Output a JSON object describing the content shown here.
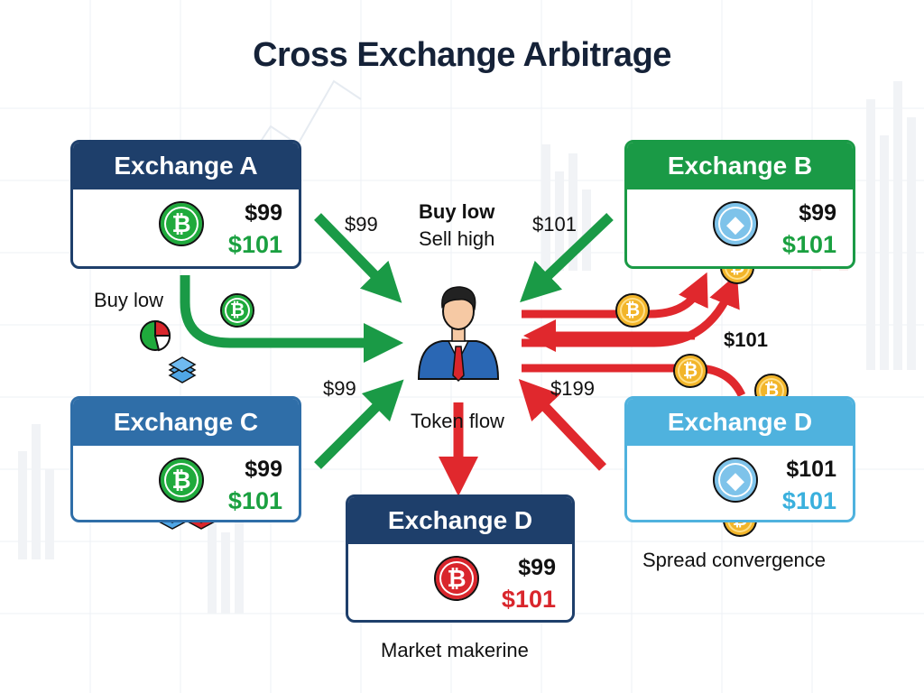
{
  "title": "Cross Exchange Arbitrage",
  "exchanges": {
    "a": {
      "name": "Exchange A",
      "price1": "$99",
      "price2": "$101",
      "coin": "btc-green"
    },
    "b": {
      "name": "Exchange B",
      "price1": "$99",
      "price2": "$101",
      "coin": "eth-blue"
    },
    "c": {
      "name": "Exchange C",
      "price1": "$99",
      "price2": "$101",
      "coin": "btc-green"
    },
    "d_right": {
      "name": "Exchange D",
      "price1": "$101",
      "price2": "$101",
      "coin": "eth-blue"
    },
    "d_bottom": {
      "name": "Exchange D",
      "price1": "$99",
      "price2": "$101",
      "coin": "btc-red"
    }
  },
  "labels": {
    "a_to_trader_price": "$99",
    "b_to_trader_price": "$101",
    "c_to_trader_price": "$99",
    "to_d_price": "$199",
    "middle_price": "$101",
    "buy_low_bold": "Buy low",
    "sell_high": "Sell high",
    "buy_low_left": "Buy low",
    "token_flow": "Token flow",
    "spread_convergence": "Spread convergence",
    "market_making": "Market makerine"
  },
  "colors": {
    "header_a": "#1e3f6b",
    "header_b": "#1a9a46",
    "header_c": "#2f6ea8",
    "header_d_right": "#4fb2de",
    "header_d_bottom": "#1e3f6b",
    "green_arrow": "#1a9a46",
    "red_arrow": "#e0282d",
    "green_price": "#1aa040",
    "red_price": "#d9262c",
    "blue_price": "#3ab0dd"
  },
  "icons": [
    "bitcoin-icon",
    "ethereum-icon",
    "trader-icon",
    "pie-chart-icon",
    "stacked-layers-icon"
  ]
}
